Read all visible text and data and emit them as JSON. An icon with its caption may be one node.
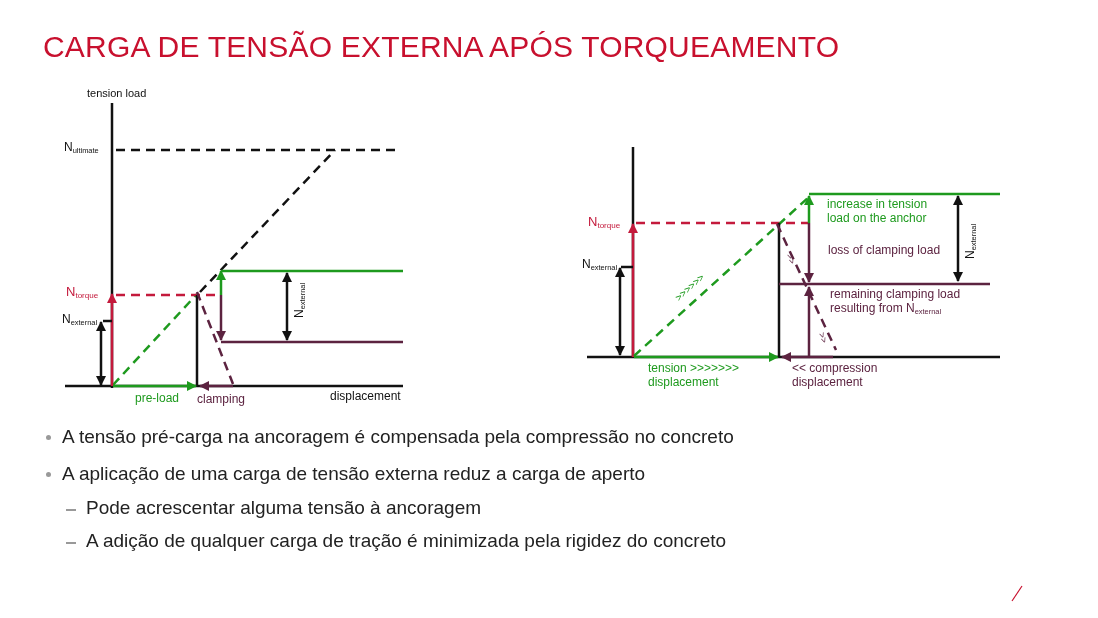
{
  "diagram": {
    "title": "CARGA DE TENSÃO EXTERNA APÓS TORQUEAMENTO",
    "labels": [
      "tension load",
      "N$_{ultimate}$",
      "N$_{torque}$",
      "N$_{external}$",
      "N$_{external}$",
      "pre-load",
      "clamping",
      "displacement",
      "N$_{torque}$",
      "N$_{external}$",
      ">>>>>>",
      "increase in tension load on the anchor",
      ">>",
      "loss of clamping load",
      "N$_{external}$",
      "remaining clamping load resulting from N$_{external}$",
      ">>",
      "tension >>>>>>> displacement",
      "<< compression displacement",
      "A tensão pré-carga na ancoragem é compensada pela compressão no concreto",
      "A aplicação de uma carga de tensão externa reduz a carga de aperto",
      "Pode acrescentar alguma tensão à ancoragem",
      "A adição de qualquer carga de tração é minimizada pela rigidez do concreto"
    ]
  }
}
